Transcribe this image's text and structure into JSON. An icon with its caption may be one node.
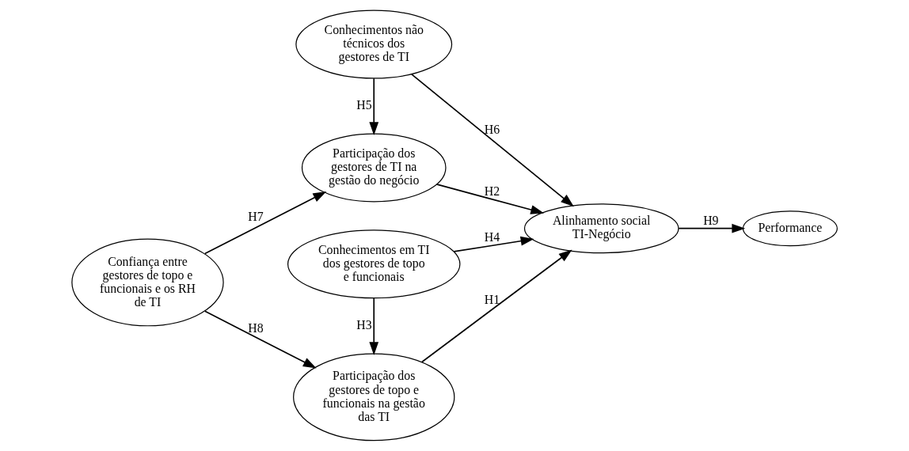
{
  "diagram": {
    "nodes": [
      {
        "text": [
          "Conhecimentos não técnicos dos gestores de TI"
        ]
      },
      {
        "text": [
          "Participação dos gestores de TI na gestão do negócio"
        ]
      },
      {
        "text": [
          "Confiança entre gestores de topo e funcionais e os RH de TI"
        ]
      },
      {
        "text": [
          "Alinhamento social TI-Negócio"
        ]
      },
      {
        "text": [
          "Performance"
        ]
      },
      {
        "text": [
          "Participação dos gestores de topo e funcionais na gestão das TI"
        ]
      },
      {
        "text": [
          "Conhecimentos em TI dos gestores de topo e funcionais"
        ]
      }
    ],
    "edges": [
      {
        "from": 2,
        "to": 1,
        "arrow": "to",
        "label": "H7"
      },
      {
        "from": 2,
        "to": 5,
        "arrow": "to",
        "label": "H8"
      },
      {
        "from": 0,
        "to": 1,
        "arrow": "to",
        "label": "H5"
      },
      {
        "from": 0,
        "to": 3,
        "arrow": "to",
        "label": "H6"
      },
      {
        "from": 1,
        "to": 3,
        "arrow": "to",
        "label": "H2"
      },
      {
        "from": 5,
        "to": 3,
        "arrow": "to",
        "label": "H1"
      },
      {
        "from": 6,
        "to": 5,
        "arrow": "to",
        "label": "H3"
      },
      {
        "from": 6,
        "to": 3,
        "arrow": "to",
        "label": "H4"
      },
      {
        "from": 3,
        "to": 4,
        "arrow": "to",
        "label": "H9"
      }
    ]
  }
}
